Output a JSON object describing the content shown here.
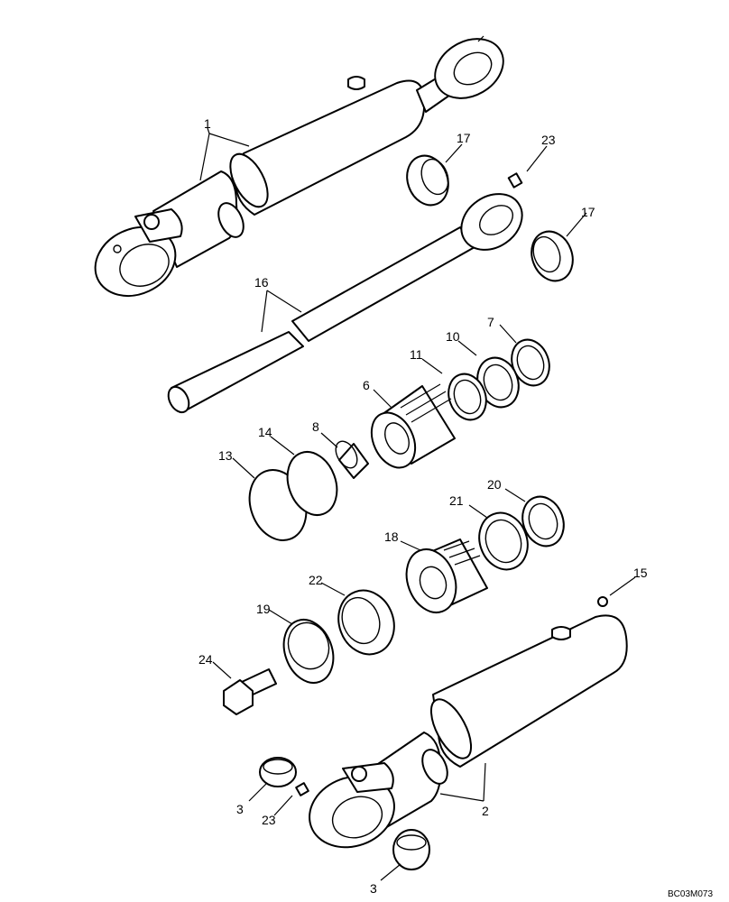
{
  "callouts": {
    "c1": "1",
    "c2": "2",
    "c3a": "3",
    "c3b": "3",
    "c6": "6",
    "c7": "7",
    "c8": "8",
    "c10": "10",
    "c11": "11",
    "c13": "13",
    "c14": "14",
    "c15": "15",
    "c16": "16",
    "c17a": "17",
    "c17b": "17",
    "c18": "18",
    "c19": "19",
    "c20": "20",
    "c21": "21",
    "c22": "22",
    "c23a": "23",
    "c23b": "23",
    "c24": "24"
  },
  "reference_code": "BC03M073"
}
